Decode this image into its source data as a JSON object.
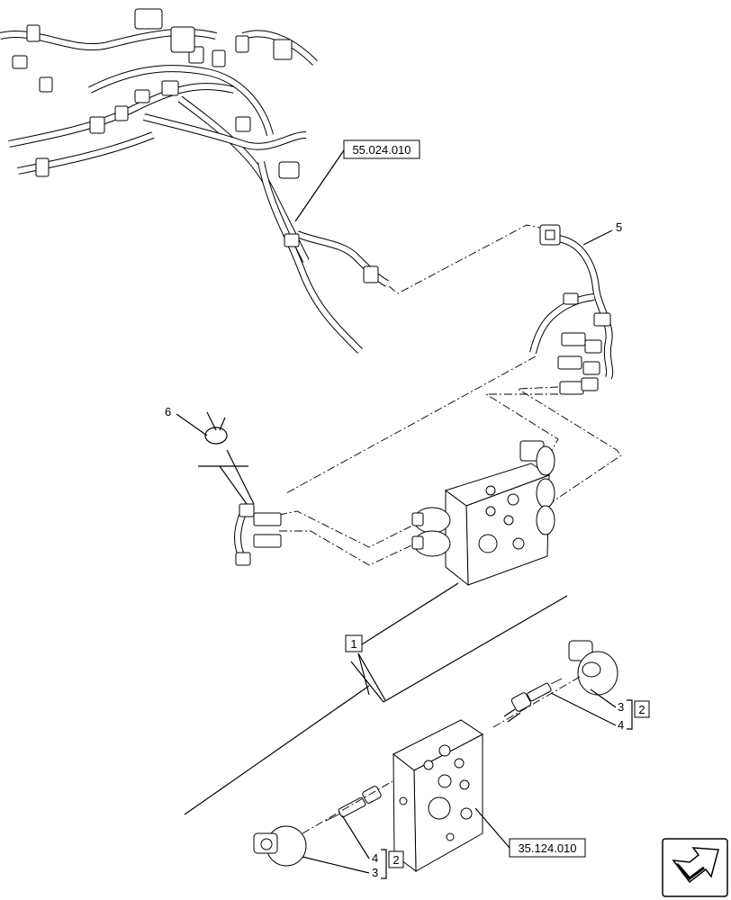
{
  "references": {
    "harness_ref": "55.024.010",
    "valve_ref": "35.124.010"
  },
  "callouts": {
    "item_1": "1",
    "item_2_right": "2",
    "item_2_left": "2",
    "item_3_right": "3",
    "item_3_left": "3",
    "item_4_right": "4",
    "item_4_left": "4",
    "item_5": "5",
    "item_6": "6"
  },
  "icons": {
    "nav_arrow": "next-page-arrow-icon"
  }
}
